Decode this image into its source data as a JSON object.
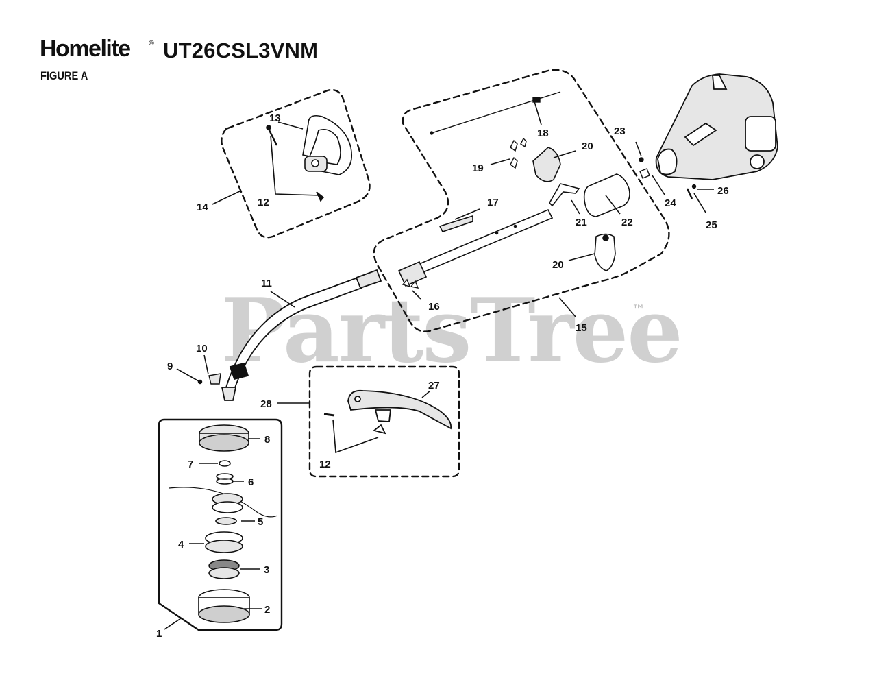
{
  "header": {
    "brand": "Homelite",
    "registered_mark": "®",
    "model": "UT26CSL3VNM",
    "figure": "FIGURE A"
  },
  "watermark": {
    "text": "PartsTree",
    "trademark": "™"
  },
  "callouts": {
    "c1": "1",
    "c2": "2",
    "c3": "3",
    "c4": "4",
    "c5": "5",
    "c6": "6",
    "c7": "7",
    "c8": "8",
    "c9": "9",
    "c10": "10",
    "c11": "11",
    "c12a": "12",
    "c12b": "12",
    "c13": "13",
    "c14": "14",
    "c15": "15",
    "c16": "16",
    "c17": "17",
    "c18": "18",
    "c19": "19",
    "c20a": "20",
    "c20b": "20",
    "c21": "21",
    "c22": "22",
    "c23": "23",
    "c24": "24",
    "c25": "25",
    "c26": "26",
    "c27": "27",
    "c28": "28"
  },
  "colors": {
    "ink": "#111111",
    "watermark": "#c8c8c8",
    "part_fill": "#e6e6e6"
  }
}
